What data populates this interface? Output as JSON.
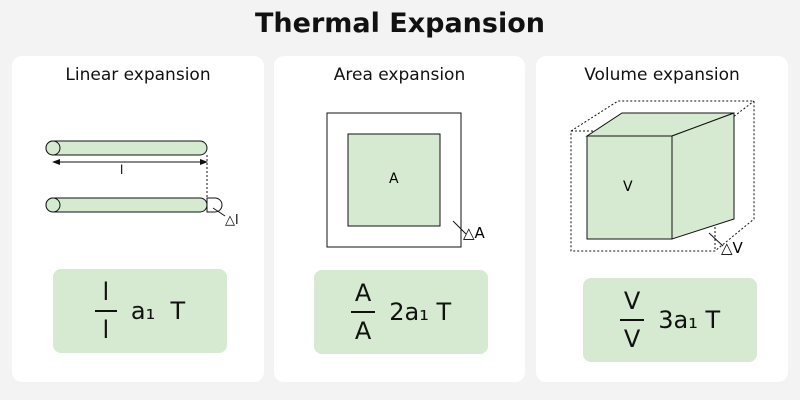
{
  "title": "Thermal Expansion",
  "colors": {
    "fill": "#d5ead0",
    "stroke": "#111111",
    "card": "#ffffff",
    "background": "#f3f3f3"
  },
  "panels": {
    "linear": {
      "title": "Linear expansion",
      "length_label": "l",
      "delta_label": "△l",
      "formula": {
        "numerator": "l",
        "denominator": "l",
        "rhs": "a₁  T"
      }
    },
    "area": {
      "title": "Area expansion",
      "area_label": "A",
      "delta_label": "△A",
      "formula": {
        "numerator": "A",
        "denominator": "A",
        "rhs": "2a₁ T"
      }
    },
    "volume": {
      "title": "Volume expansion",
      "volume_label": "V",
      "delta_label": "△V",
      "formula": {
        "numerator": "V",
        "denominator": "V",
        "rhs": "3a₁ T"
      }
    }
  }
}
